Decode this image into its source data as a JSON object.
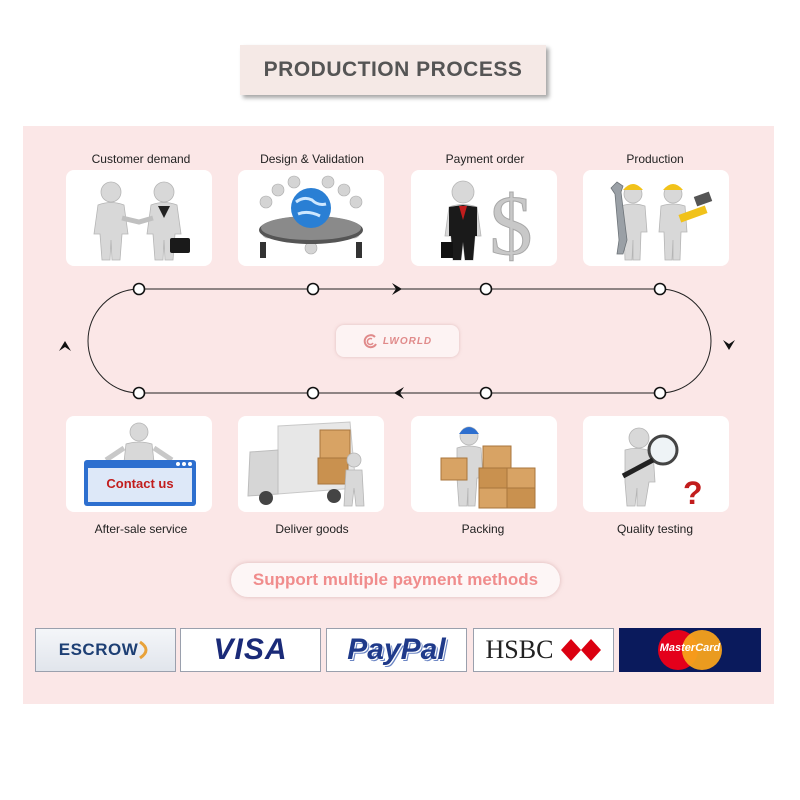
{
  "title": "PRODUCTION PROCESS",
  "top_steps": [
    {
      "label": "Customer demand"
    },
    {
      "label": "Design & Validation"
    },
    {
      "label": "Payment order"
    },
    {
      "label": "Production"
    }
  ],
  "bottom_steps": [
    {
      "label": "After-sale service",
      "sign_text": "Contact us"
    },
    {
      "label": "Deliver goods"
    },
    {
      "label": "Packing"
    },
    {
      "label": "Quality testing"
    }
  ],
  "logo_text": "LWORLD",
  "payment_title": "Support multiple payment methods",
  "payments": [
    {
      "label": "ESCROW"
    },
    {
      "label": "VISA"
    },
    {
      "label": "PayPal"
    },
    {
      "label": "HSBC"
    },
    {
      "label": "MasterCard"
    }
  ],
  "colors": {
    "panel": "#fbe7e7",
    "accent_pink": "#f08c8c",
    "title_gray": "#555555",
    "mastercard_navy": "#0a1a5c",
    "paypal_blue": "#1f3a8a",
    "hsbc_red": "#db0011"
  }
}
